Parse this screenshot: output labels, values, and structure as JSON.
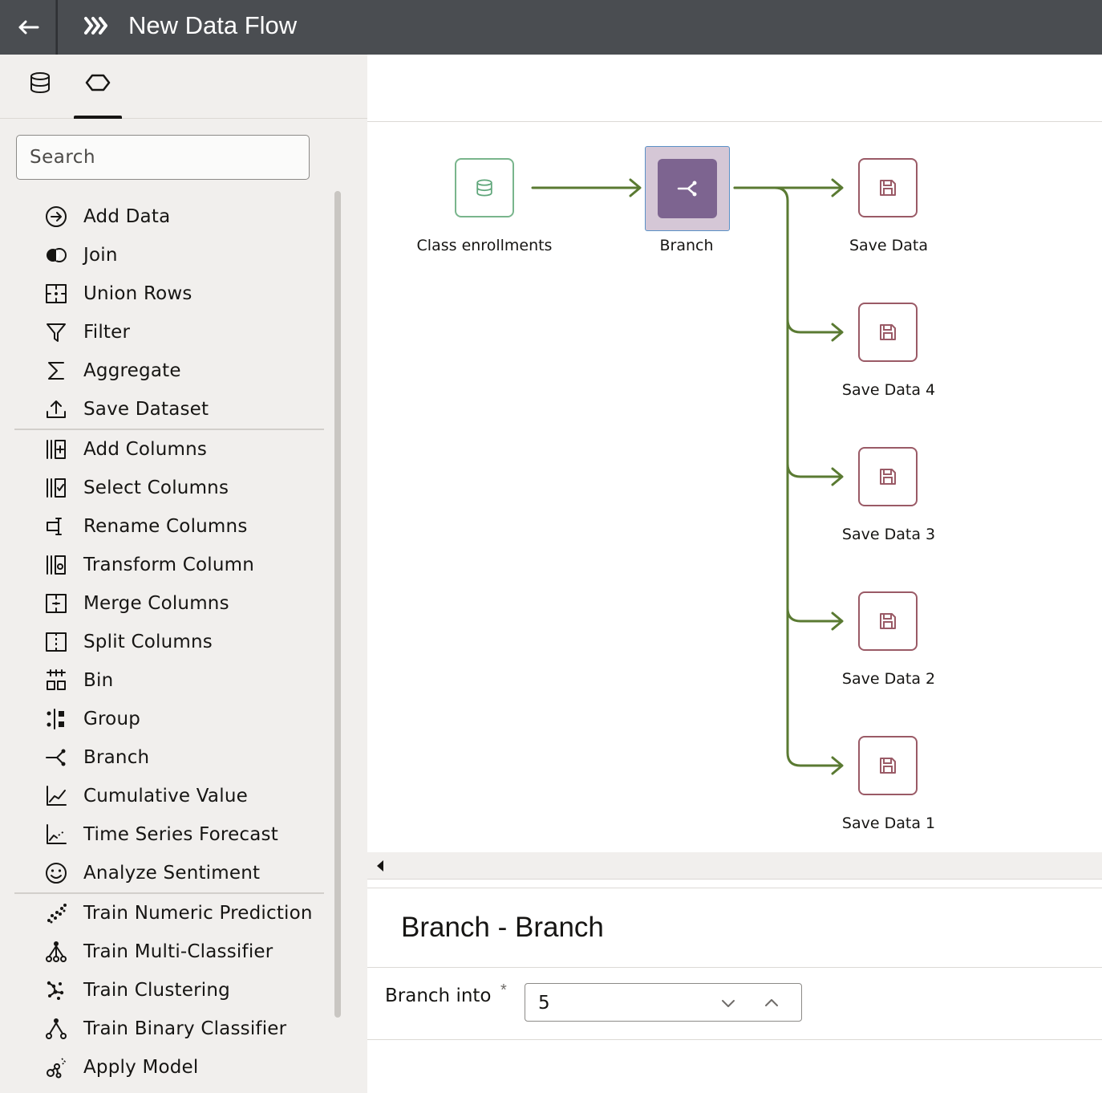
{
  "header": {
    "title": "New Data Flow"
  },
  "sidebar": {
    "search": {
      "placeholder": "Search"
    },
    "groups": [
      [
        {
          "label": "Add Data",
          "icon": "add-data-icon"
        },
        {
          "label": "Join",
          "icon": "join-icon"
        },
        {
          "label": "Union Rows",
          "icon": "union-rows-icon"
        },
        {
          "label": "Filter",
          "icon": "filter-icon"
        },
        {
          "label": "Aggregate",
          "icon": "sigma-icon"
        },
        {
          "label": "Save Dataset",
          "icon": "upload-icon"
        }
      ],
      [
        {
          "label": "Add Columns",
          "icon": "add-columns-icon"
        },
        {
          "label": "Select Columns",
          "icon": "select-columns-icon"
        },
        {
          "label": "Rename Columns",
          "icon": "rename-columns-icon"
        },
        {
          "label": "Transform Column",
          "icon": "transform-column-icon"
        },
        {
          "label": "Merge Columns",
          "icon": "merge-columns-icon"
        },
        {
          "label": "Split Columns",
          "icon": "split-columns-icon"
        },
        {
          "label": "Bin",
          "icon": "bin-icon"
        },
        {
          "label": "Group",
          "icon": "group-icon"
        },
        {
          "label": "Branch",
          "icon": "branch-icon"
        },
        {
          "label": "Cumulative Value",
          "icon": "cumulative-value-icon"
        },
        {
          "label": "Time Series Forecast",
          "icon": "time-series-icon"
        },
        {
          "label": "Analyze Sentiment",
          "icon": "smiley-icon"
        }
      ],
      [
        {
          "label": "Train Numeric Prediction",
          "icon": "scatter-icon"
        },
        {
          "label": "Train Multi-Classifier",
          "icon": "tree-icon"
        },
        {
          "label": "Train Clustering",
          "icon": "cluster-icon"
        },
        {
          "label": "Train Binary Classifier",
          "icon": "binary-tree-icon"
        },
        {
          "label": "Apply Model",
          "icon": "apply-model-icon"
        }
      ]
    ]
  },
  "canvas": {
    "source": {
      "label": "Class enrollments"
    },
    "branch": {
      "label": "Branch"
    },
    "targets": [
      {
        "label": "Save Data"
      },
      {
        "label": "Save Data 4"
      },
      {
        "label": "Save Data 3"
      },
      {
        "label": "Save Data 2"
      },
      {
        "label": "Save Data 1"
      }
    ],
    "colors": {
      "link": "#5a7a32",
      "source": "#79b58c",
      "save": "#9a5a66",
      "branch": "#7d6490"
    }
  },
  "properties": {
    "title": "Branch - Branch",
    "field_label": "Branch into",
    "required_mark": "*",
    "value": "5"
  }
}
